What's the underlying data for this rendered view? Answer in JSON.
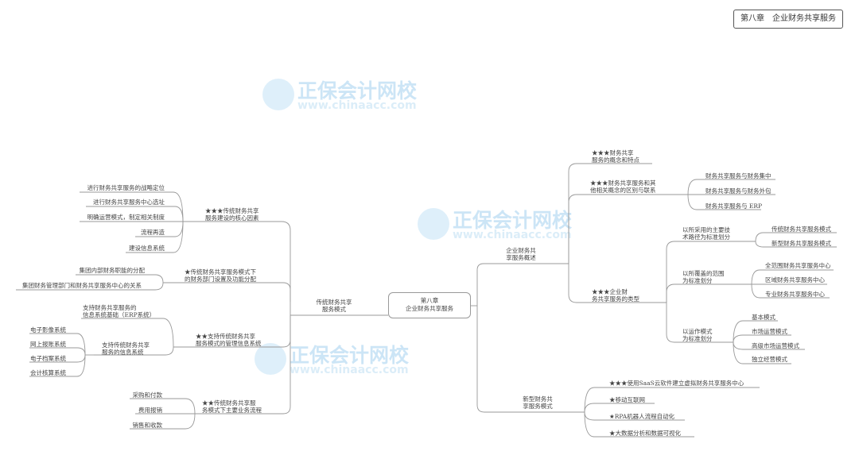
{
  "header": {
    "title": "第八章　企业财务共享服务"
  },
  "watermark": {
    "name": "正保会计网校",
    "url": "www.chinaacc.com"
  },
  "center": {
    "label": "第八章\n企业财务共享服务"
  },
  "left": {
    "label": "传统财务共享\n服务模式",
    "nodes": [
      {
        "label": "★★★传统财务共享\n服务建设的核心因素",
        "children": [
          "进行财务共享服务的战略定位",
          "进行财务共享服务中心选址",
          "明确运营模式，制定相关制度",
          "流程再造",
          "建设信息系统"
        ]
      },
      {
        "label": "★传统财务共享服务模式下\n的财务部门设置及功能分配",
        "children": [
          "集团内部财务职能的分配",
          "集团财务管理部门和财务共享服务中心的关系"
        ]
      },
      {
        "label": "★★支持传统财务共享\n服务模式的管理信息系统",
        "children": [
          {
            "label": "支持财务共享服务的\n信息系统基础（ERP系统）"
          },
          {
            "label": "支持传统财务共享\n服务的信息系统",
            "children": [
              "电子影像系统",
              "网上报账系统",
              "电子档案系统",
              "会计核算系统"
            ]
          }
        ]
      },
      {
        "label": "★★传统财务共享服\n务模式下主要业务流程",
        "children": [
          "采购和付款",
          "费用报销",
          "销售和收款"
        ]
      }
    ]
  },
  "right": {
    "overview": {
      "label": "企业财务共\n享服务概述",
      "nodes": [
        {
          "label": "★★★财务共享\n服务的概念和特点"
        },
        {
          "label": "★★★财务共享服务和其\n他相关概念的区别与联系",
          "children": [
            "财务共享服务与财务集中",
            "财务共享服务与财务外包",
            "财务共享服务与 ERP"
          ]
        },
        {
          "label": "★★★企业财\n务共享服务的类型",
          "children": [
            {
              "label": "以所采用的主要技\n术路径为标准划分",
              "children": [
                "传统财务共享服务模式",
                "新型财务共享服务模式"
              ]
            },
            {
              "label": "以所覆盖的范围\n为标准划分",
              "children": [
                "全范围财务共享服务中心",
                "区域财务共享服务中心",
                "专业财务共享服务中心"
              ]
            },
            {
              "label": "以运作模式\n为标准划分",
              "children": [
                "基本模式",
                "市场运营模式",
                "高级市场运营模式",
                "独立经营模式"
              ]
            }
          ]
        }
      ]
    },
    "new_mode": {
      "label": "新型财务共\n享服务模式",
      "children": [
        "★★★使用SaaS云软件建立虚拟财务共享服务中心",
        "★移动互联网",
        "★RPA机器人流程自动化",
        "★大数据分析和数据可视化"
      ]
    }
  }
}
